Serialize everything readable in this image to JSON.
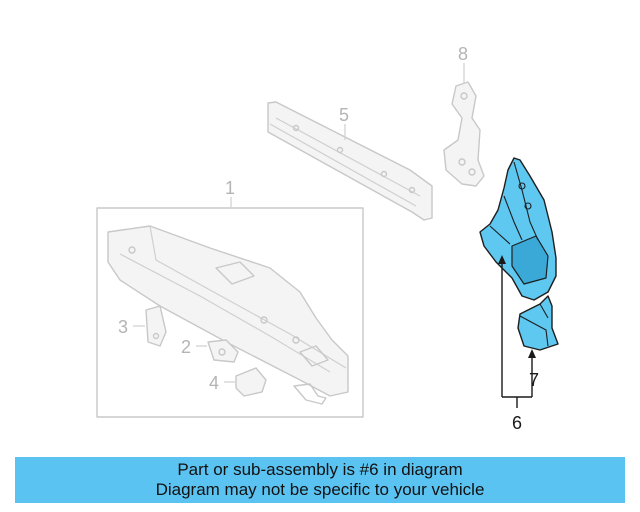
{
  "diagram": {
    "callouts": {
      "c1": "1",
      "c2": "2",
      "c3": "3",
      "c4": "4",
      "c5": "5",
      "c6": "6",
      "c7": "7",
      "c8": "8"
    },
    "highlight_color": "#5ec8f0"
  },
  "banner": {
    "line1": "Part or sub-assembly is #6 in diagram",
    "line2": "Diagram may not be specific to your vehicle",
    "background": "#5bc3f2"
  }
}
